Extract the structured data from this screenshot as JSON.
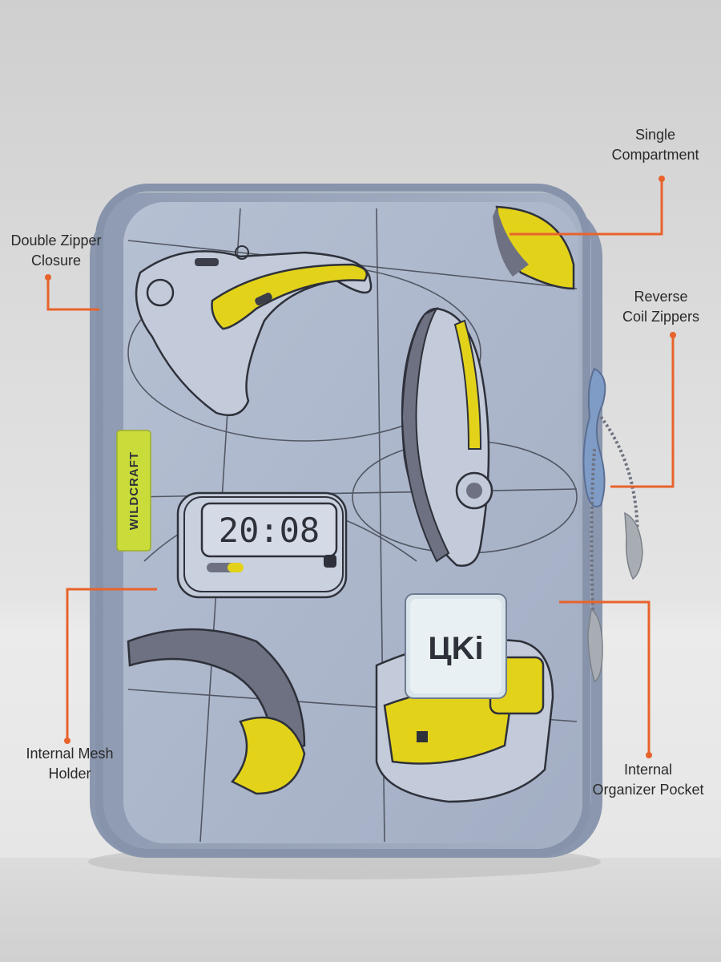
{
  "callouts": [
    {
      "line1": "Single",
      "line2": "Compartment"
    },
    {
      "line1": "Double Zipper",
      "line2": "Closure"
    },
    {
      "line1": "Reverse",
      "line2": "Coil Zippers"
    },
    {
      "line1": "Internal Mesh",
      "line2": "Holder"
    },
    {
      "line1": "Internal",
      "line2": "Organizer Pocket"
    }
  ],
  "product": {
    "side_tag_text": "WILDCRAFT",
    "front_patch_text": "ЦKi",
    "clock_display": "20:08"
  },
  "colors": {
    "accent_orange": "#e8632b",
    "bag_body": "#a9b4c9",
    "bag_edge": "#8e9bb3",
    "print_yellow": "#e3d21a",
    "tag_lime": "#c9dc3a"
  }
}
